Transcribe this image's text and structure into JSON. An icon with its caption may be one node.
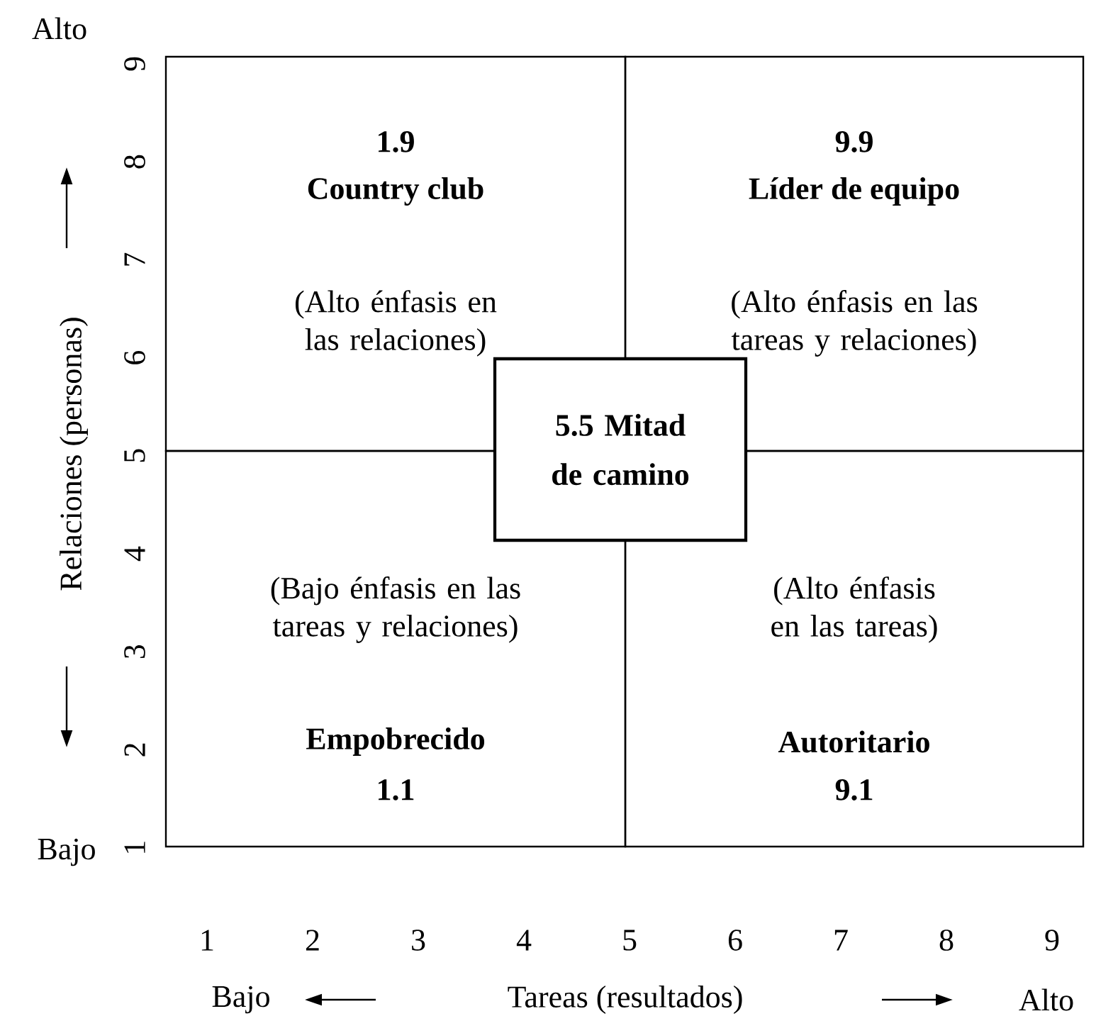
{
  "diagram": {
    "nodes": [
      {
        "text": [
          "1.9",
          "Country club",
          "(Alto énfasis en las relaciones)"
        ]
      },
      {
        "text": [
          "9.9",
          "Líder de equipo",
          "(Alto énfasis en las tareas y relaciones)"
        ]
      },
      {
        "text": [
          "(Bajo énfasis en las tareas y relaciones)",
          "Empobrecido",
          "1.1"
        ]
      },
      {
        "text": [
          "(Alto énfasis en las tareas)",
          "Autoritario",
          "9.1"
        ]
      },
      {
        "text": [
          "5.5 Mitad de camino"
        ]
      }
    ],
    "labels": [
      "Alto",
      "9",
      "8",
      "7",
      "6",
      "5",
      "4",
      "3",
      "2",
      "1",
      "Bajo",
      "Relaciones (personas)",
      "1",
      "2",
      "3",
      "4",
      "5",
      "6",
      "7",
      "8",
      "9",
      "Bajo",
      "Tareas (resultados)",
      "Alto"
    ]
  }
}
